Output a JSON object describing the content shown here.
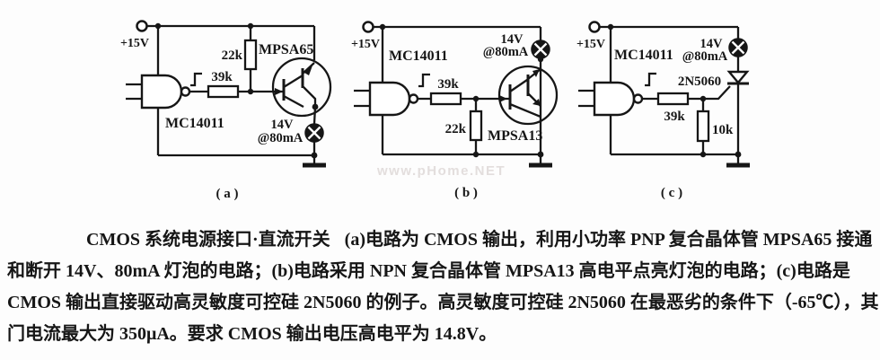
{
  "page": {
    "ink_color": "#161616",
    "background_color": "#fdfdfd",
    "watermark_color": "#e3dedd"
  },
  "watermark": {
    "text": "www.pHome.NET"
  },
  "figure": {
    "sub_labels": {
      "a": "( a )",
      "b": "( b )",
      "c": "( c )"
    },
    "circuits": {
      "a": {
        "supply": "+15V",
        "ic": "MC14011",
        "series_resistor": "39k",
        "pullup_resistor": "22k",
        "transistor": "MPSA65",
        "lamp_voltage": "14V",
        "lamp_current": "@80mA"
      },
      "b": {
        "supply": "+15V",
        "ic": "MC14011",
        "series_resistor": "39k",
        "pulldown_resistor": "22k",
        "transistor": "MPSA13",
        "lamp_voltage": "14V",
        "lamp_current": "@80mA"
      },
      "c": {
        "supply": "+15V",
        "ic": "MC14011",
        "series_resistor": "39k",
        "pulldown_resistor": "10k",
        "scr": "2N5060",
        "lamp_voltage": "14V",
        "lamp_current": "@80mA"
      }
    }
  },
  "caption": {
    "title": "CMOS 系统电源接口·直流开关",
    "line1_rest": "(a)电路为 CMOS 输出，利用小功率 PNP 复合晶体管 MPSA65 接通",
    "line2": "和断开 14V、80mA 灯泡的电路；(b)电路采用 NPN 复合晶体管 MPSA13 高电平点亮灯泡的电路；(c)电路是",
    "line3": "CMOS 输出直接驱动高灵敏度可控硅 2N5060 的例子。高灵敏度可控硅 2N5060 在最恶劣的条件下（-65℃），其",
    "line4": "门电流最大为 350μA。要求 CMOS 输出电压高电平为 14.8V。"
  }
}
